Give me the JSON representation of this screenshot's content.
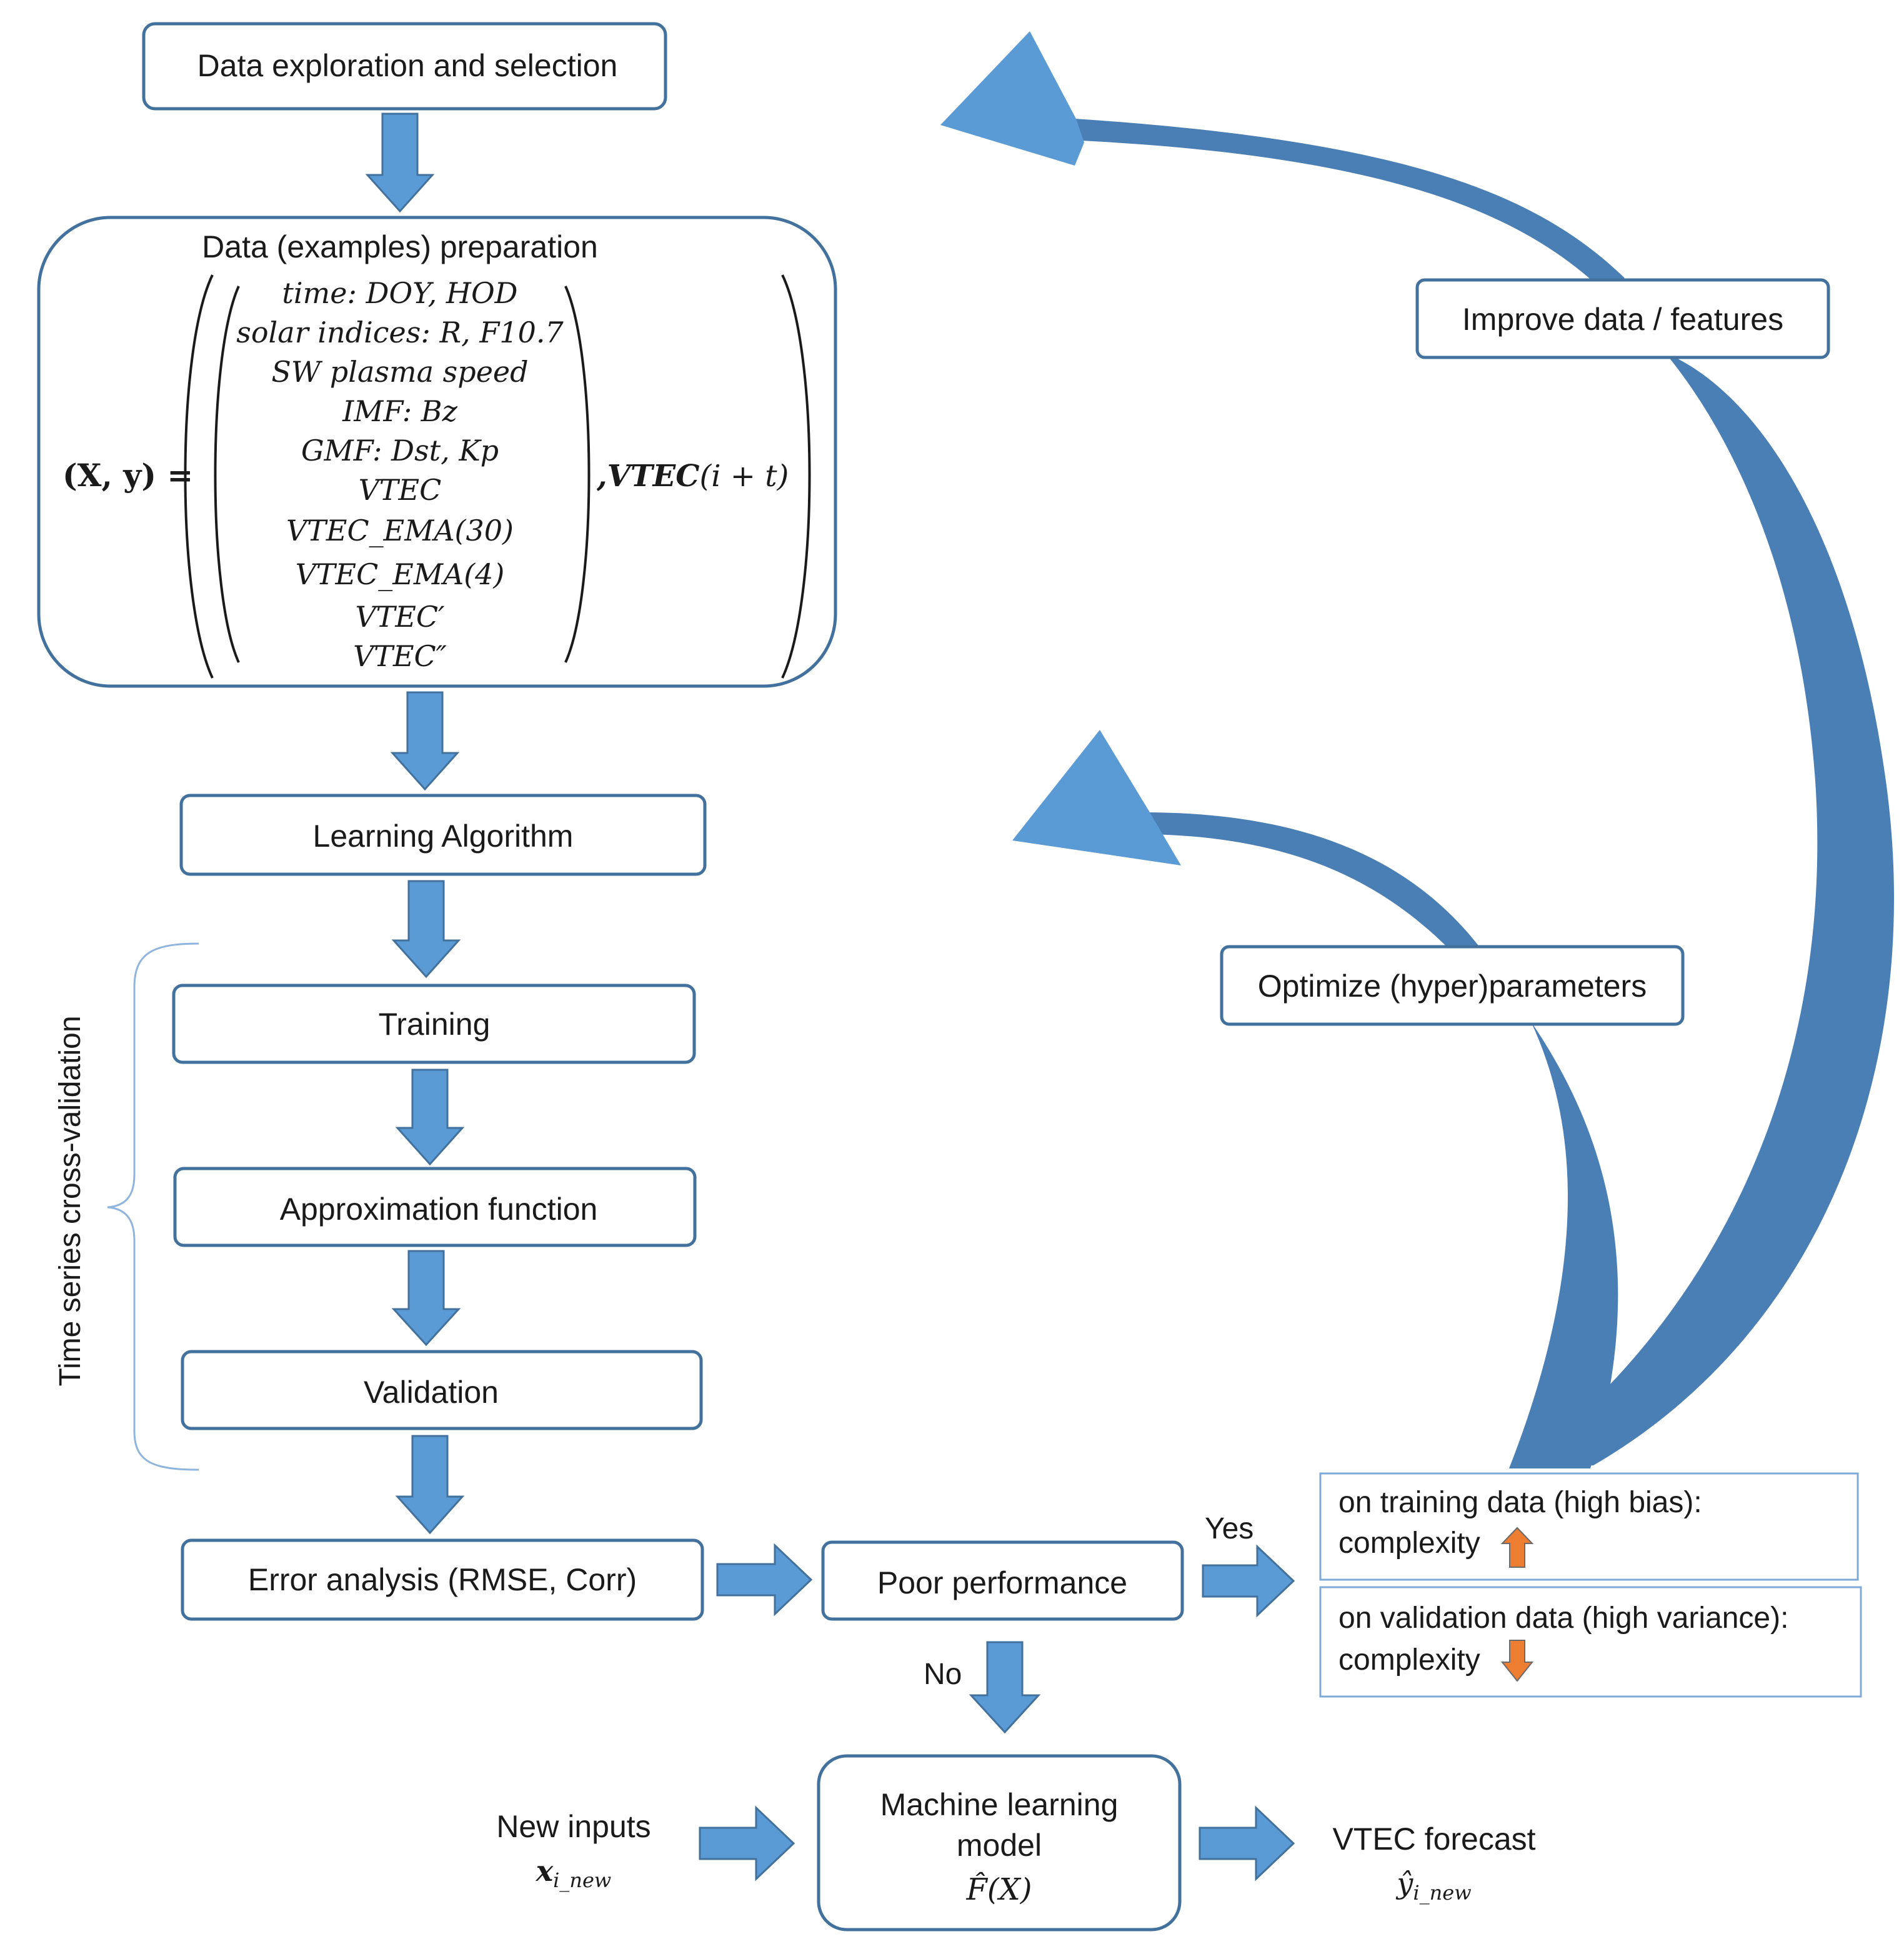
{
  "steps": {
    "explore": "Data exploration and selection",
    "prep_title": "Data (examples) preparation",
    "learning": "Learning Algorithm",
    "training": "Training",
    "approx": "Approximation function",
    "validation": "Validation",
    "error": "Error analysis (RMSE, Corr)",
    "poor": "Poor performance",
    "model_line1": "Machine learning",
    "model_line2": "model",
    "model_symbol": "F̂(X)"
  },
  "formula": {
    "lhs": "(X, y) =",
    "features": [
      "time: DOY, HOD",
      "solar indices: R, F10.7",
      "SW plasma speed",
      "IMF: Bz",
      "GMF: Dst, Kp",
      "VTEC",
      "VTEC_EMA(30)",
      "VTEC_EMA(4)",
      "VTEC′",
      "VTEC″"
    ],
    "target_bold": ",VTEC",
    "target_rest": "(i + t)"
  },
  "feedback": {
    "improve": "Improve data / features",
    "optimize": "Optimize (hyper)parameters"
  },
  "cv_label": "Time series cross-validation",
  "decision": {
    "yes": "Yes",
    "no": "No"
  },
  "remedies": {
    "training_line1": "on training data (high bias):",
    "training_line2": "complexity",
    "validation_line1": "on validation data (high variance):",
    "validation_line2": "complexity",
    "up_color": "#ed7d31",
    "down_color": "#ed7d31"
  },
  "io": {
    "new_inputs": "New inputs",
    "new_inputs_symbol": "x",
    "new_inputs_sub": "i_new",
    "forecast": "VTEC forecast",
    "forecast_symbol": "ŷ",
    "forecast_sub": "i_new"
  },
  "colors": {
    "arrow_fill": "#5b9bd5",
    "box_stroke": "#41719c",
    "loop_fill": "#4a7fb5"
  }
}
